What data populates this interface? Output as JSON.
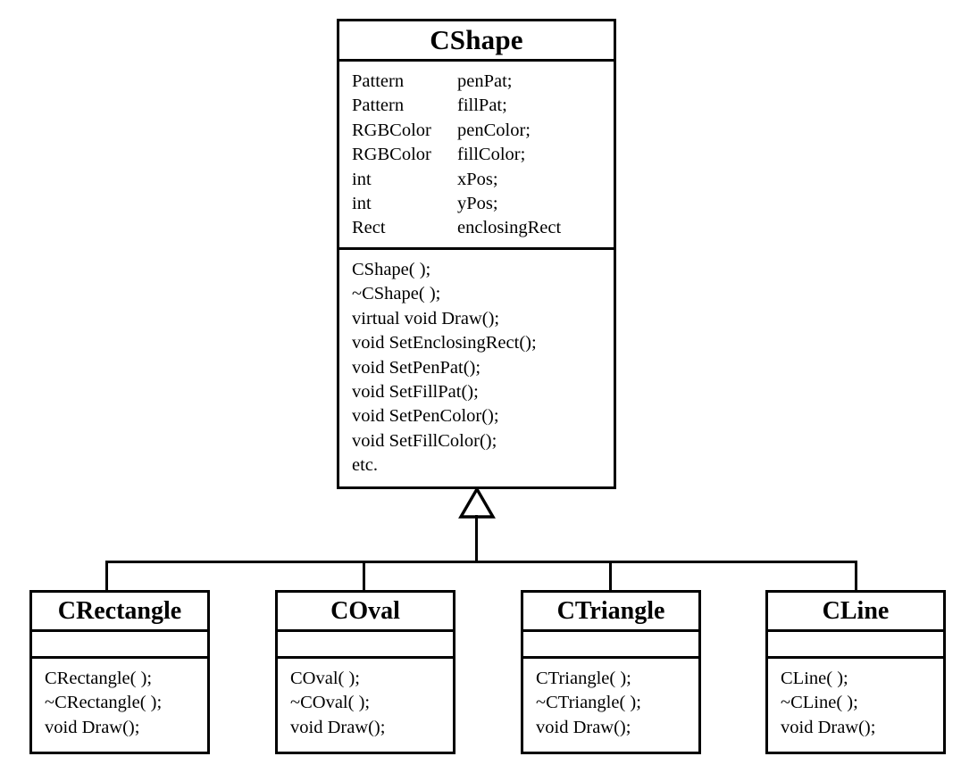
{
  "diagram": {
    "type": "uml-class-diagram",
    "relationship": "generalization",
    "root": {
      "name": "CShape",
      "attributes": [
        {
          "type": "Pattern",
          "name": "penPat;"
        },
        {
          "type": "Pattern",
          "name": "fillPat;"
        },
        {
          "type": "RGBColor",
          "name": "penColor;"
        },
        {
          "type": "RGBColor",
          "name": "fillColor;"
        },
        {
          "type": "int",
          "name": "xPos;"
        },
        {
          "type": "int",
          "name": "yPos;"
        },
        {
          "type": "Rect",
          "name": "enclosingRect"
        }
      ],
      "methods": [
        "CShape( );",
        "~CShape( );",
        "virtual void Draw();",
        "void SetEnclosingRect();",
        "void SetPenPat();",
        "void SetFillPat();",
        "void SetPenColor();",
        "void SetFillColor();",
        "etc."
      ]
    },
    "subclasses": [
      {
        "name": "CRectangle",
        "attributes": [],
        "methods": [
          "CRectangle( );",
          "~CRectangle( );",
          "void Draw();"
        ]
      },
      {
        "name": "COval",
        "attributes": [],
        "methods": [
          "COval( );",
          "~COval( );",
          "void Draw();"
        ]
      },
      {
        "name": "CTriangle",
        "attributes": [],
        "methods": [
          "CTriangle( );",
          "~CTriangle( );",
          "void Draw();"
        ]
      },
      {
        "name": "CLine",
        "attributes": [],
        "methods": [
          "CLine( );",
          "~CLine( );",
          "void Draw();"
        ]
      }
    ],
    "colors": {
      "stroke": "#000000",
      "background": "#ffffff",
      "text": "#000000"
    }
  }
}
